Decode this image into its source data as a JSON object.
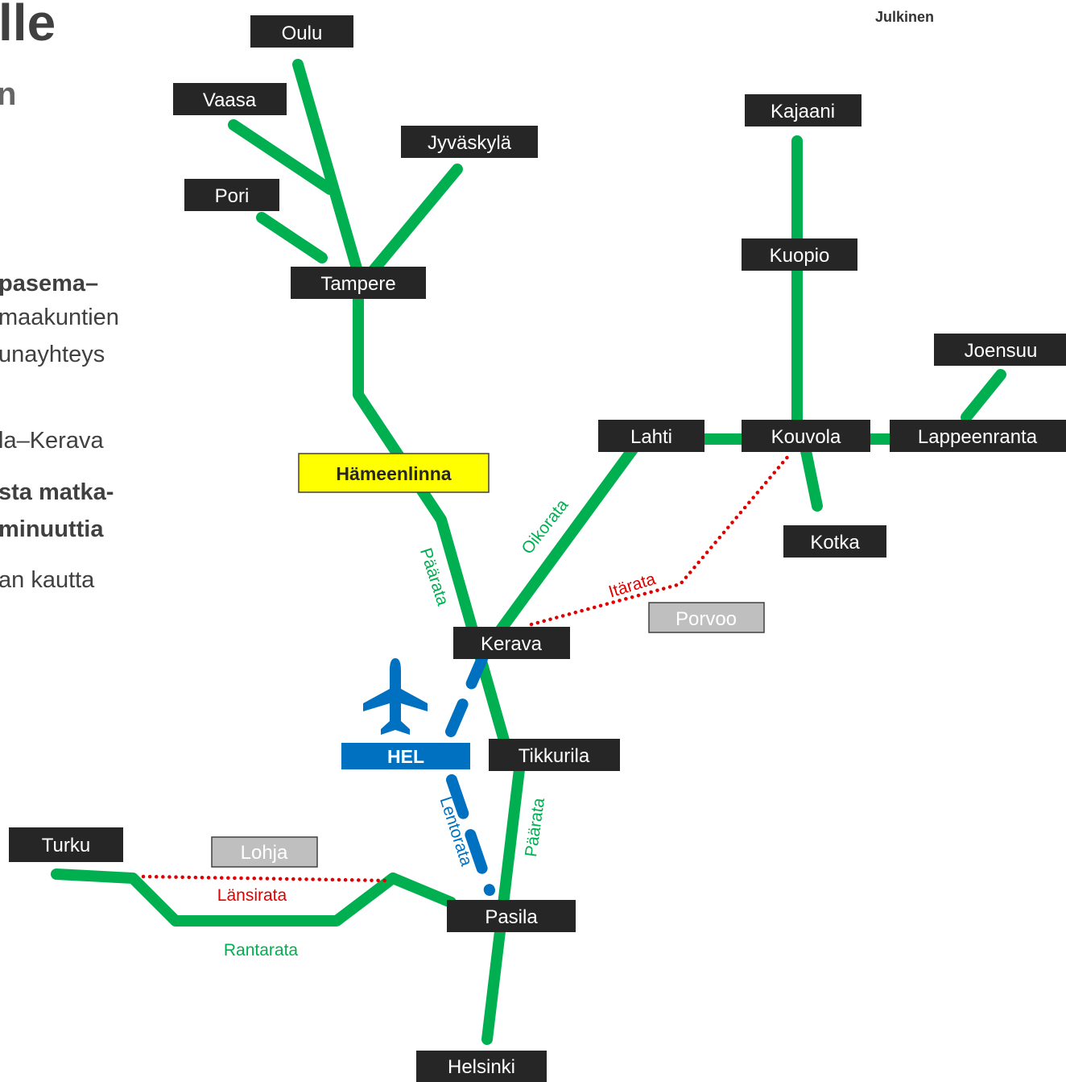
{
  "classification": "Julkinen",
  "left_text": {
    "heading": "lle",
    "subheading": "n",
    "lines": [
      {
        "text": "pasema–",
        "bold": true
      },
      {
        "text": "maakuntien",
        "bold": false
      },
      {
        "text": "unayhteys",
        "bold": false
      },
      {
        "text": "la–Kerava",
        "bold": false
      },
      {
        "text": "sta matka-",
        "bold": true
      },
      {
        "text": "minuuttia",
        "bold": true
      },
      {
        "text": "an kautta",
        "bold": false
      }
    ]
  },
  "colors": {
    "rail_main": "#00b050",
    "rail_planned": "#e00000",
    "airport_line": "#0070c0",
    "station_bg": "#262626",
    "station_text": "#ffffff",
    "highlight_bg": "#ffff00",
    "future_bg": "#bfbfbf",
    "airport_bg": "#0070c0"
  },
  "stations": {
    "oulu": "Oulu",
    "vaasa": "Vaasa",
    "jyvaskyla": "Jyväskylä",
    "pori": "Pori",
    "tampere": "Tampere",
    "kajaani": "Kajaani",
    "kuopio": "Kuopio",
    "joensuu": "Joensuu",
    "lahti": "Lahti",
    "kouvola": "Kouvola",
    "lappeenranta": "Lappeenranta",
    "hameenlinna": "Hämeenlinna",
    "kotka": "Kotka",
    "porvoo": "Porvoo",
    "kerava": "Kerava",
    "hel": "HEL",
    "tikkurila": "Tikkurila",
    "turku": "Turku",
    "lohja": "Lohja",
    "pasila": "Pasila",
    "helsinki": "Helsinki"
  },
  "line_labels": {
    "oikorata": "Oikorata",
    "paarata_north": "Päärata",
    "itarata": "Itärata",
    "lentorata": "Lentorata",
    "paarata_south": "Päärata",
    "lansirata": "Länsirata",
    "rantarata": "Rantarata"
  },
  "icons": {
    "airport": "airplane-icon"
  }
}
